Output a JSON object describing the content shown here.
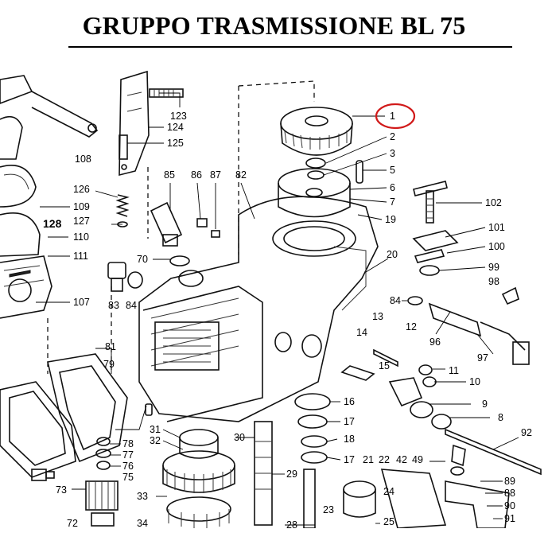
{
  "title": "GRUPPO TRASMISSIONE BL 75",
  "highlight": {
    "part": "1",
    "color": "#d11a1a"
  },
  "labels": {
    "l1": "1",
    "l2": "2",
    "l3": "3",
    "l5": "5",
    "l6": "6",
    "l7": "7",
    "l19": "19",
    "l20": "20",
    "l102": "102",
    "l101": "101",
    "l100": "100",
    "l99": "99",
    "l98": "98",
    "l123": "123",
    "l124": "124",
    "l125": "125",
    "l108": "108",
    "l126": "126",
    "l109": "109",
    "l128": "128",
    "l127": "127",
    "l110": "110",
    "l111": "111",
    "l107": "107",
    "l85": "85",
    "l86": "86",
    "l87": "87",
    "l82": "82",
    "l70": "70",
    "l83": "83",
    "l84a": "84",
    "l84b": "84",
    "l96": "96",
    "l12": "12",
    "l13": "13",
    "l14": "14",
    "l15": "15",
    "l11": "11",
    "l10": "10",
    "l97": "97",
    "l9": "9",
    "l8": "8",
    "l16": "16",
    "l17a": "17",
    "l18": "18",
    "l17b": "17",
    "l81": "81",
    "l79": "79",
    "l31": "31",
    "l32": "32",
    "l30": "30",
    "l78": "78",
    "l77": "77",
    "l76": "76",
    "l75": "75",
    "l73": "73",
    "l72": "72",
    "l33": "33",
    "l34": "34",
    "l29": "29",
    "l28": "28",
    "l21": "21",
    "l22": "22",
    "l42": "42",
    "l49": "49",
    "l23": "23",
    "l24": "24",
    "l25": "25",
    "l92": "92",
    "l89": "89",
    "l88": "88",
    "l90": "90",
    "l91": "91"
  }
}
